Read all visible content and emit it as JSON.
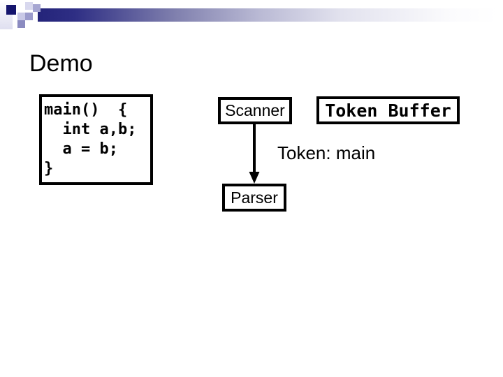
{
  "slide": {
    "title": "Demo",
    "code_box": {
      "text": "main()  {\n  int a,b;\n  a = b;\n}",
      "lines": [
        "main()  {",
        "  int a,b;",
        "  a = b;",
        "}"
      ]
    },
    "scanner_box": {
      "label": "Scanner"
    },
    "token_buffer_box": {
      "label": "Token Buffer"
    },
    "token_annotation": {
      "label": "Token: main"
    },
    "parser_box": {
      "label": "Parser"
    },
    "arrow": {
      "from": "Scanner",
      "to": "Parser"
    }
  },
  "colors": {
    "accent_navy": "#15156d",
    "bar_gradient_start": "#24247a",
    "box_border": "#000000",
    "text": "#000000",
    "background": "#ffffff"
  }
}
